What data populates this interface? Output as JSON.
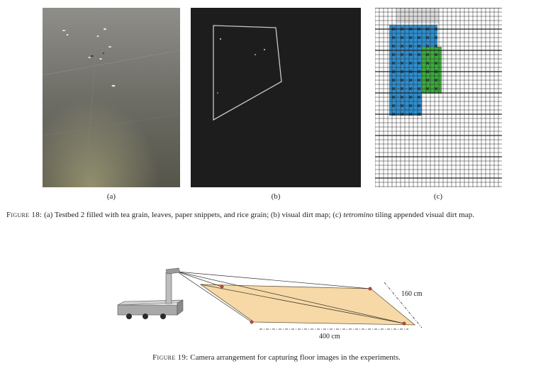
{
  "figure18": {
    "sublabels": {
      "a": "(a)",
      "b": "(b)",
      "c": "(c)"
    },
    "caption": {
      "label": "Figure 18:",
      "text_before": " (a) Testbed 2 filled with tea grain, leaves, paper snippets, and rice grain; (b) visual dirt map; (c) ",
      "italic": "tetromino",
      "text_after": " tiling appended visual dirt map."
    }
  },
  "figure19": {
    "dim_width": "160 cm",
    "dim_length": "400 cm",
    "caption": {
      "label": "Figure 19:",
      "text": " Camera arrangement for capturing floor images in the experiments."
    }
  },
  "colors": {
    "tile_blue": "#2f8fd0",
    "tile_green": "#3cac3c",
    "floor": "#f6d9a6",
    "dirt_map_bg": "#1d1d1d"
  }
}
